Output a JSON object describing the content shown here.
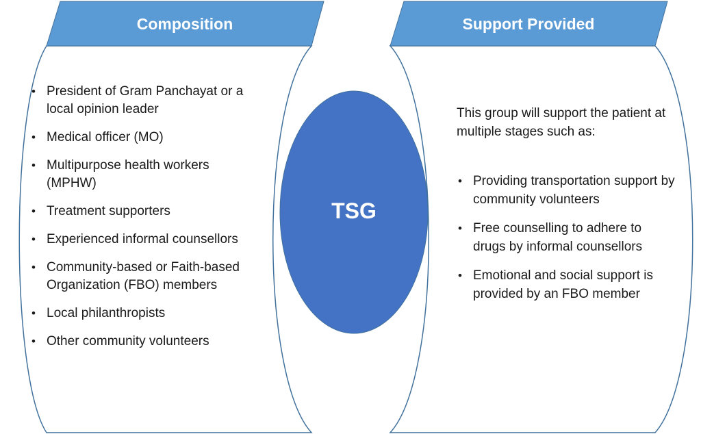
{
  "composition": {
    "title": "Composition",
    "items": [
      "President of Gram Panchayat or a local opinion leader",
      "Medical officer (MO)",
      "Multipurpose health workers (MPHW)",
      "Treatment supporters",
      "Experienced informal counsellors",
      "Community-based or Faith-based Organization (FBO) members",
      "Local philanthropists",
      "Other community volunteers"
    ]
  },
  "center": {
    "label": "TSG"
  },
  "support": {
    "title": "Support Provided",
    "intro": "This group will support the patient at multiple stages such as:",
    "items": [
      "Providing transportation support by community volunteers",
      "Free counselling to adhere to drugs by informal counsellors",
      "Emotional and social support is provided by an FBO member"
    ]
  },
  "colors": {
    "header_fill": "#5b9bd5",
    "header_stroke": "#41719c",
    "center_fill": "#4472c4",
    "outline": "#41719c"
  }
}
